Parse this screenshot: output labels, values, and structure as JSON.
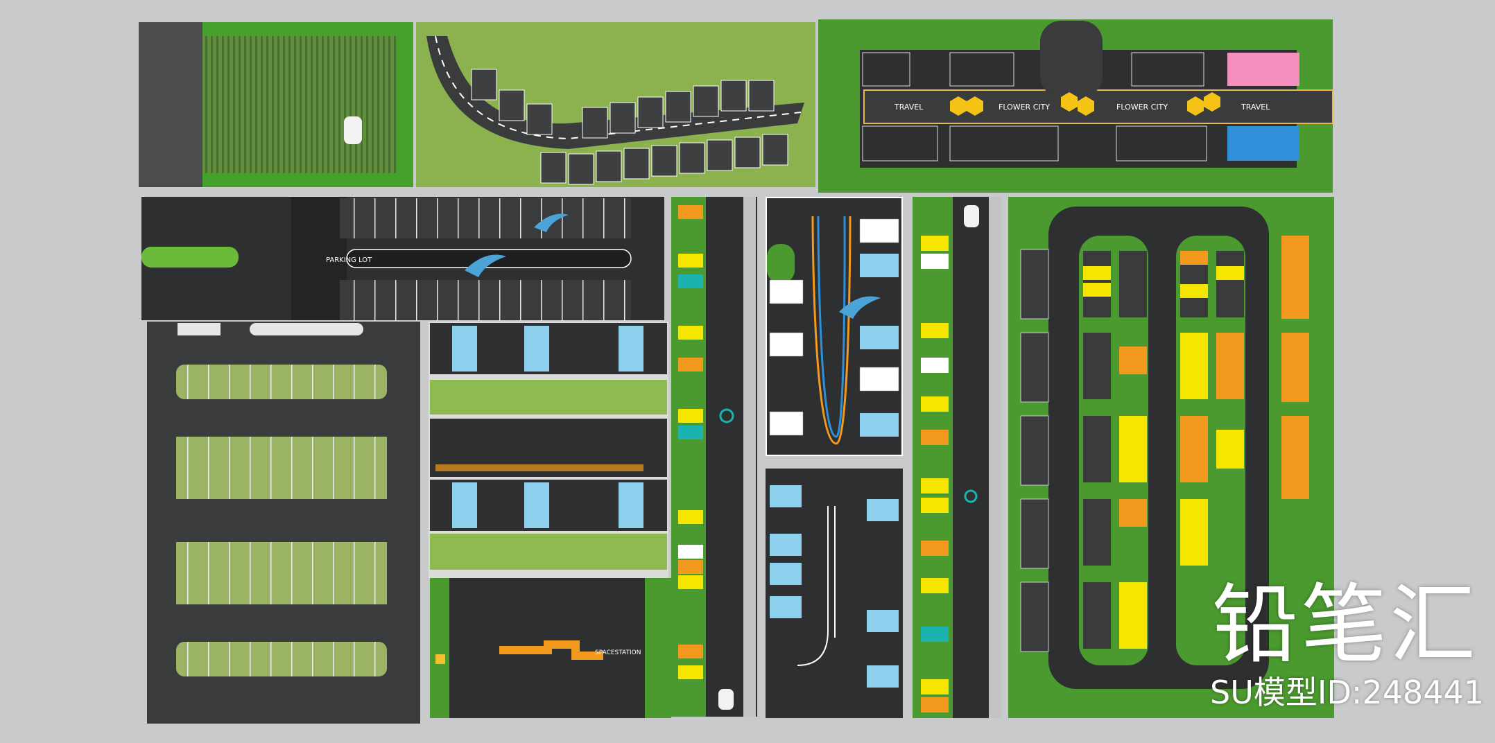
{
  "colors": {
    "background": "#c9cacb",
    "grass": "#5c9a3a",
    "grass_light": "#8cb24f",
    "asphalt": "#2e2f31",
    "stall": "#3a3b3d",
    "yellow": "#f6e600",
    "orange": "#f39a1e",
    "teal": "#1bb3ae",
    "light_blue": "#8fd0ef",
    "pink": "#f48fc0",
    "blue": "#2f8fd8"
  },
  "road_signs": {
    "sign_left": "TRAVEL",
    "sign_mid_left": "FLOWER CITY",
    "sign_mid_right": "FLOWER CITY",
    "sign_right": "TRAVEL",
    "lane_text": "PARKING LOT"
  },
  "space_station_label": "SPACESTATION",
  "brand_name": "铅笔汇",
  "model_id": "SU模型ID:248441"
}
